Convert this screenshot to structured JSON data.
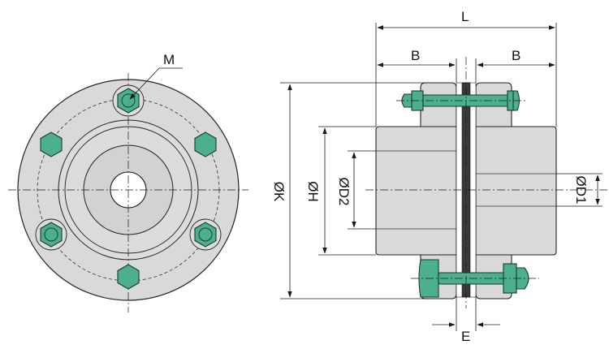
{
  "labels": {
    "M": "M",
    "L": "L",
    "B_left": "B",
    "B_right": "B",
    "OK": "ØK",
    "OH": "ØH",
    "OD2": "ØD2",
    "OD1": "ØD1",
    "E": "E"
  },
  "colors": {
    "body_fill": "#d9d9d9",
    "bolt_green": "#4cb08c",
    "spacer_dark": "#3a3a3a"
  }
}
